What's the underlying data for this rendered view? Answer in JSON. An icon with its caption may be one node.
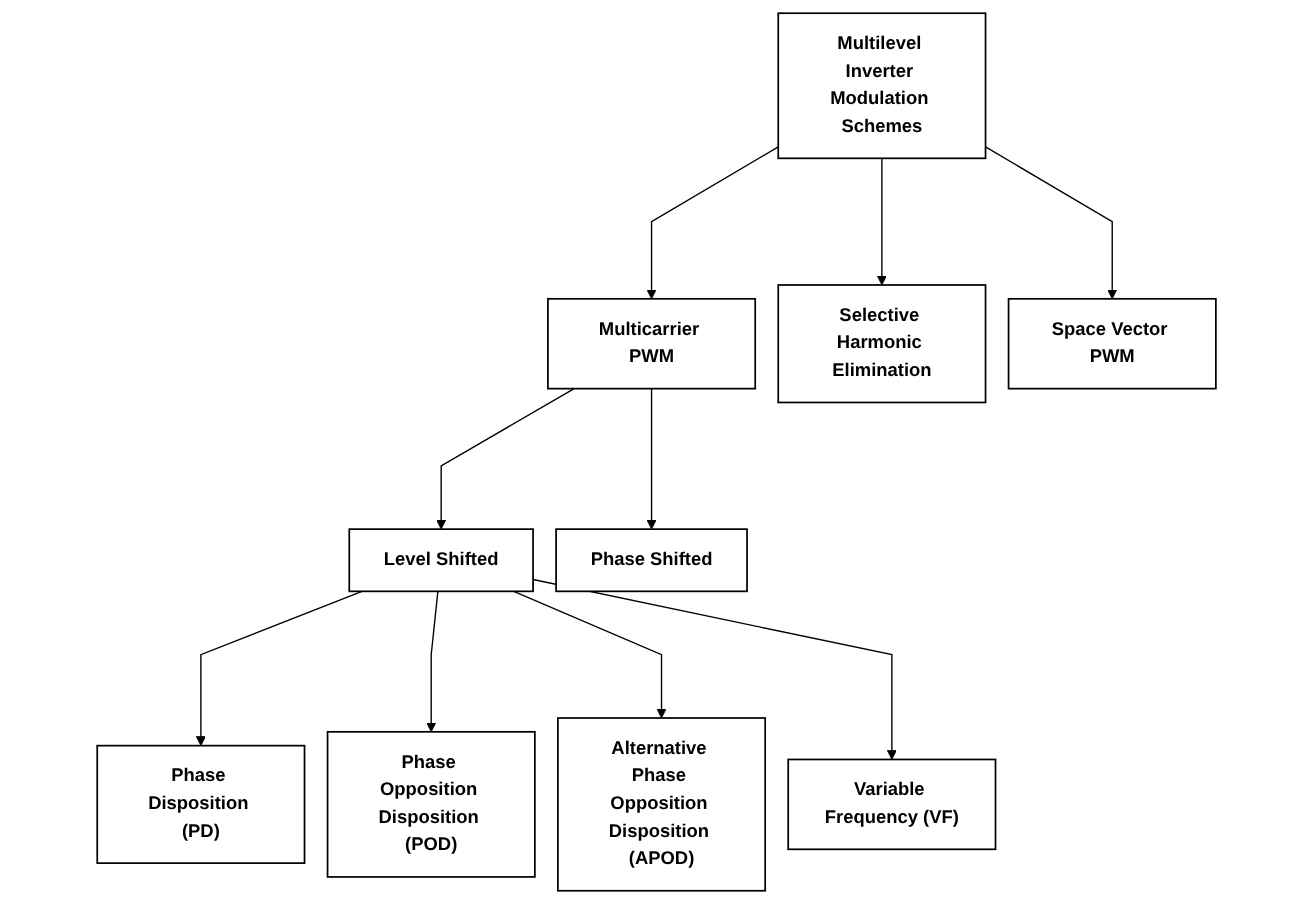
{
  "diagram": {
    "nodes": [
      {
        "text": [
          "Multilevel Inverter Modulation Schemes"
        ]
      },
      {
        "text": [
          "Multicarrier PWM"
        ]
      },
      {
        "text": [
          "Selective Harmonic Elimination"
        ]
      },
      {
        "text": [
          "Space Vector PWM"
        ]
      },
      {
        "text": [
          "Level Shifted"
        ]
      },
      {
        "text": [
          "Phase Shifted"
        ]
      },
      {
        "text": [
          "Phase Disposition (PD)"
        ]
      },
      {
        "text": [
          "Phase Opposition Disposition (POD)"
        ]
      },
      {
        "text": [
          "Alternative Phase Opposition Disposition (APOD)"
        ]
      },
      {
        "text": [
          "Variable Frequency (VF)"
        ]
      }
    ],
    "edges": [
      {
        "from": 0,
        "to": 1,
        "arrow": "to"
      },
      {
        "from": 0,
        "to": 2,
        "arrow": "to"
      },
      {
        "from": 0,
        "to": 3,
        "arrow": "to"
      },
      {
        "from": 1,
        "to": 4,
        "arrow": "to"
      },
      {
        "from": 1,
        "to": 5,
        "arrow": "to"
      },
      {
        "from": 4,
        "to": 6,
        "arrow": "to"
      },
      {
        "from": 4,
        "to": 7,
        "arrow": "to"
      },
      {
        "from": 4,
        "to": 8,
        "arrow": "to"
      },
      {
        "from": 4,
        "to": 9,
        "arrow": "to"
      }
    ]
  }
}
